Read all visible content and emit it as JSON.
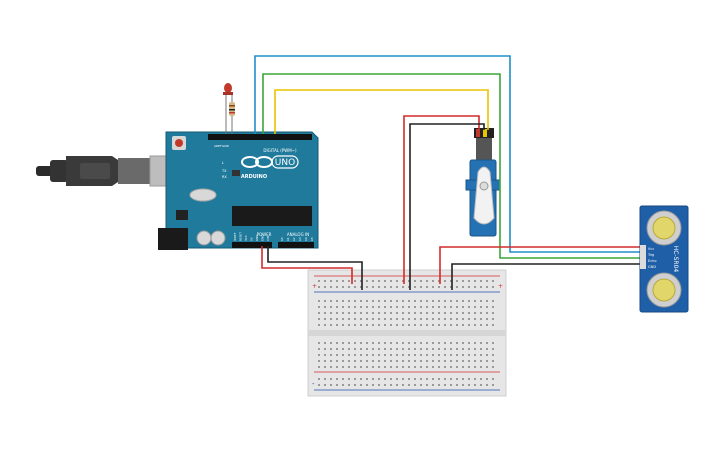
{
  "arduino": {
    "uno_label": "UNO",
    "brand_label": "ARDUINO",
    "digital_label": "DIGITAL (PWM~)",
    "power_label": "POWER",
    "analog_label": "ANALOG IN",
    "aref_label": "AREF",
    "gnd_label": "GND",
    "tx_label": "TX",
    "rx_label": "RX",
    "l_label": "L",
    "power_pins": [
      "IOREF",
      "RESET",
      "3V3",
      "5V",
      "GND",
      "GND",
      "VIN"
    ],
    "analog_pins": [
      "A0",
      "A1",
      "A2",
      "A3",
      "A4",
      "A5"
    ],
    "board_color": "#1f7a9c"
  },
  "sensor": {
    "model_label": "HC-SR04",
    "pins": [
      "Vcc",
      "Trig",
      "Echo",
      "GND"
    ],
    "board_color": "#1f5fa8"
  },
  "breadboard": {
    "plus_symbol": "+",
    "minus_symbol": "-"
  },
  "wire_colors": {
    "red": "#d22b2b",
    "black": "#222222",
    "blue": "#1e90c8",
    "green": "#3aa63a",
    "yellow": "#e8c400"
  },
  "icons": [
    "usb-cable-icon",
    "led-icon",
    "resistor-icon",
    "servo-icon",
    "ultrasonic-sensor-icon",
    "breadboard-icon"
  ]
}
